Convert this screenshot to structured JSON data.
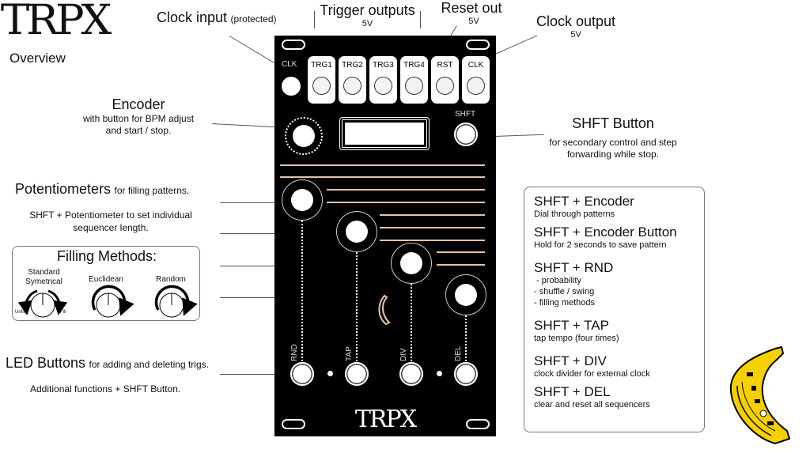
{
  "title": {
    "logo": "TRPX",
    "subtitle": "Overview"
  },
  "labels": {
    "clock_input": {
      "main": "Clock input",
      "note": "(protected)"
    },
    "trigger_outputs": {
      "main": "Trigger outputs",
      "voltage": "5V"
    },
    "reset_out": {
      "main": "Reset out",
      "voltage": "5V"
    },
    "clock_output": {
      "main": "Clock output",
      "voltage": "5V"
    },
    "encoder": {
      "main": "Encoder",
      "desc1": "with button for BPM adjust",
      "desc2": "and start / stop."
    },
    "potentiometers": {
      "main": "Potentiometers",
      "note": "for filling patterns.",
      "desc1": "SHFT + Potentiometer to set individual",
      "desc2": "sequencer length."
    },
    "led_buttons": {
      "main": "LED Buttons",
      "note": "for adding and deleting trigs.",
      "desc": "Additional functions + SHFT Button."
    },
    "shft_button": {
      "main": "SHFT Button",
      "desc1": "for secondary control and step",
      "desc2": "forwarding while stop."
    }
  },
  "filling_methods": {
    "title": "Filling Methods:",
    "methods": [
      {
        "name": "Standard Symetrical",
        "line1": "Standard",
        "line2": "Symetrical",
        "left": "Unfill",
        "right": "Fill"
      },
      {
        "name": "Euclidean"
      },
      {
        "name": "Random"
      }
    ]
  },
  "panel": {
    "jacks": [
      {
        "label": "CLK"
      },
      {
        "label": "TRG1"
      },
      {
        "label": "TRG2"
      },
      {
        "label": "TRG3"
      },
      {
        "label": "TRG4"
      },
      {
        "label": "RST"
      },
      {
        "label": "CLK"
      }
    ],
    "shft_label": "SHFT",
    "buttons": [
      "RND",
      "TAP",
      "DIV",
      "DEL"
    ],
    "brand": "TRPX",
    "colors": {
      "panel": "#000000",
      "copper": "#e7c3a3"
    }
  },
  "shft_combos": [
    {
      "title": "SHFT + Encoder",
      "desc": [
        "Dial through patterns"
      ]
    },
    {
      "title": "SHFT + Encoder Button",
      "desc": [
        "Hold for 2 seconds to save pattern"
      ]
    },
    {
      "title": "SHFT + RND",
      "desc": [
        " - probability",
        "- shuffle / swing",
        "- filling methods"
      ]
    },
    {
      "title": "SHFT + TAP",
      "desc": [
        "tap tempo (four times)"
      ]
    },
    {
      "title": "SHFT + DIV",
      "desc": [
        "clock divider for external clock"
      ]
    },
    {
      "title": "SHFT + DEL",
      "desc": [
        "clear and reset all sequencers"
      ]
    }
  ]
}
